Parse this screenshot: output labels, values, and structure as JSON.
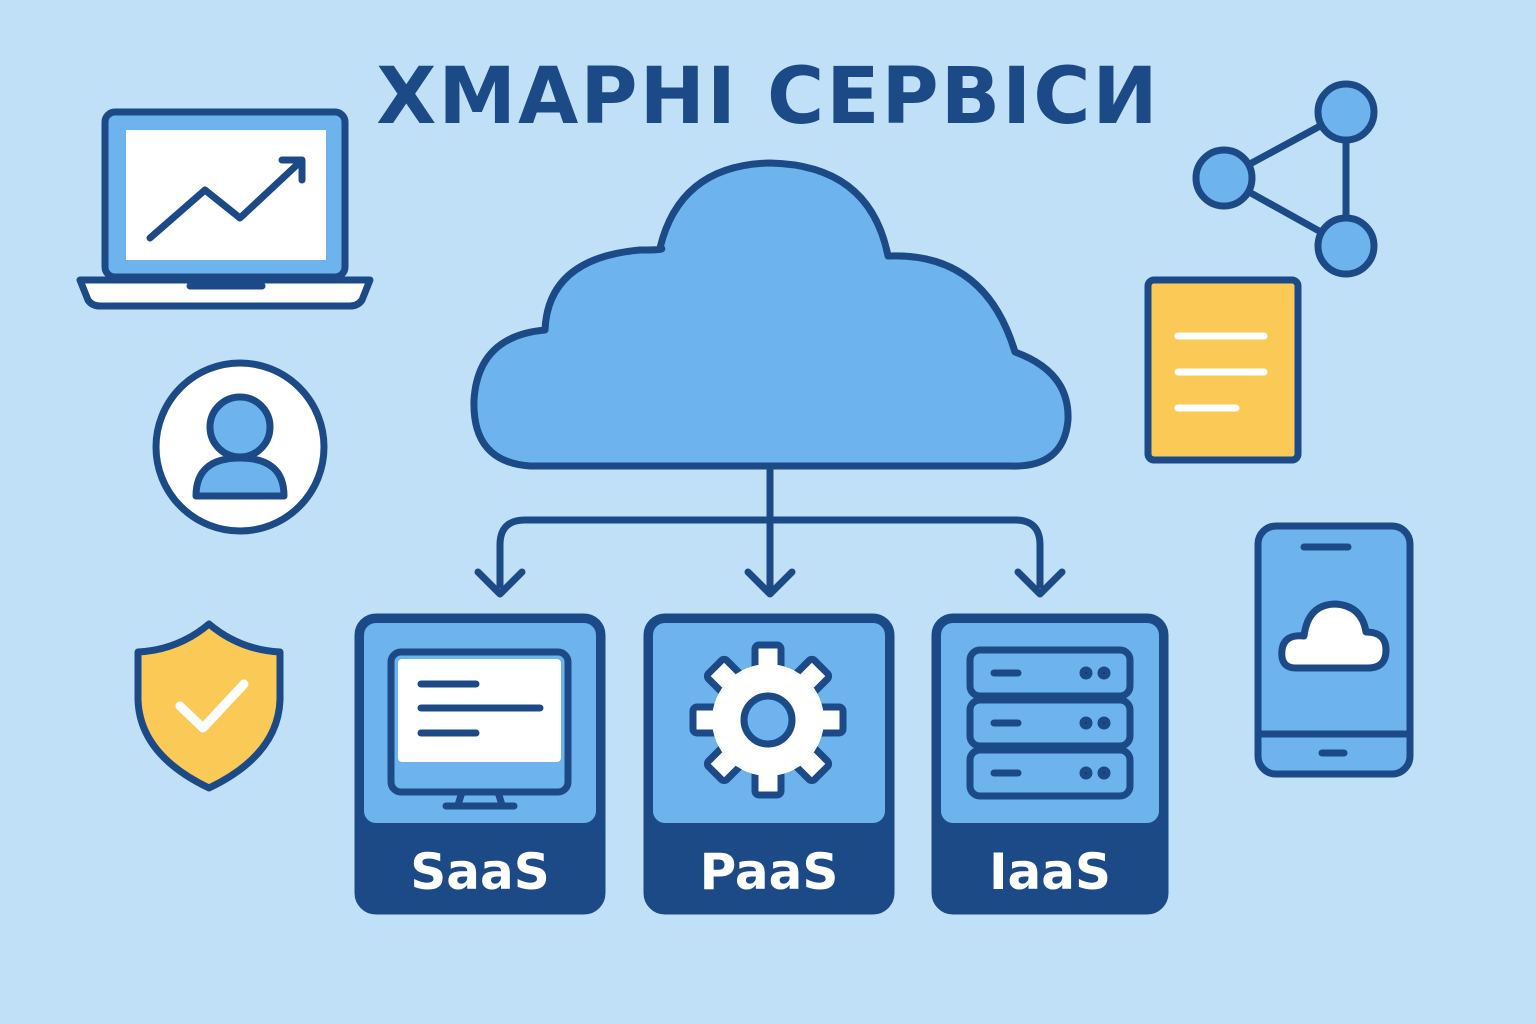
{
  "title": "ХМАРНІ СЕРВІСИ",
  "services": [
    {
      "label": "SaaS",
      "icon": "monitor-icon"
    },
    {
      "label": "PaaS",
      "icon": "gear-icon"
    },
    {
      "label": "IaaS",
      "icon": "server-icon"
    }
  ],
  "colors": {
    "background": "#c0e0f8",
    "navy": "#1b4a87",
    "light_blue": "#6db4ee",
    "yellow": "#fbc956"
  }
}
